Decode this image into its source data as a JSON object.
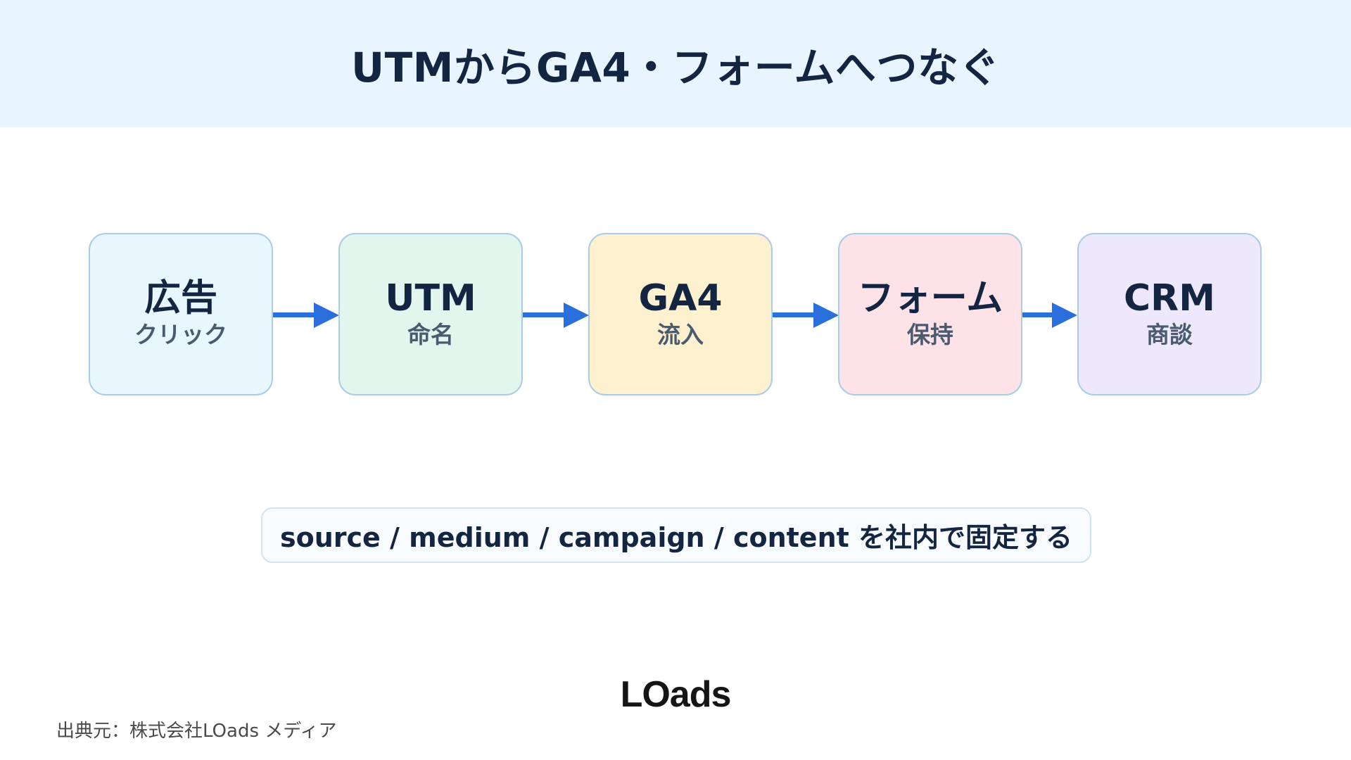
{
  "header": {
    "title": "UTMからGA4・フォームへつなぐ"
  },
  "colors": {
    "header_bg": "#e8f5fe",
    "arrow": "#2a6fdb",
    "box_border": "#a9cde8",
    "text_dark": "#142542"
  },
  "flow": {
    "steps": [
      {
        "title": "広告",
        "subtitle": "クリック",
        "color": "#e8f7fd"
      },
      {
        "title": "UTM",
        "subtitle": "命名",
        "color": "#e2f6ee"
      },
      {
        "title": "GA4",
        "subtitle": "流入",
        "color": "#fdf1cf"
      },
      {
        "title": "フォーム",
        "subtitle": "保持",
        "color": "#fde3e7"
      },
      {
        "title": "CRM",
        "subtitle": "商談",
        "color": "#eee8fd"
      }
    ]
  },
  "note": {
    "text": "source / medium / campaign / content を社内で固定する"
  },
  "logo": {
    "text": "LOads"
  },
  "footer": {
    "source": "出典元：株式会社LOads メディア"
  }
}
